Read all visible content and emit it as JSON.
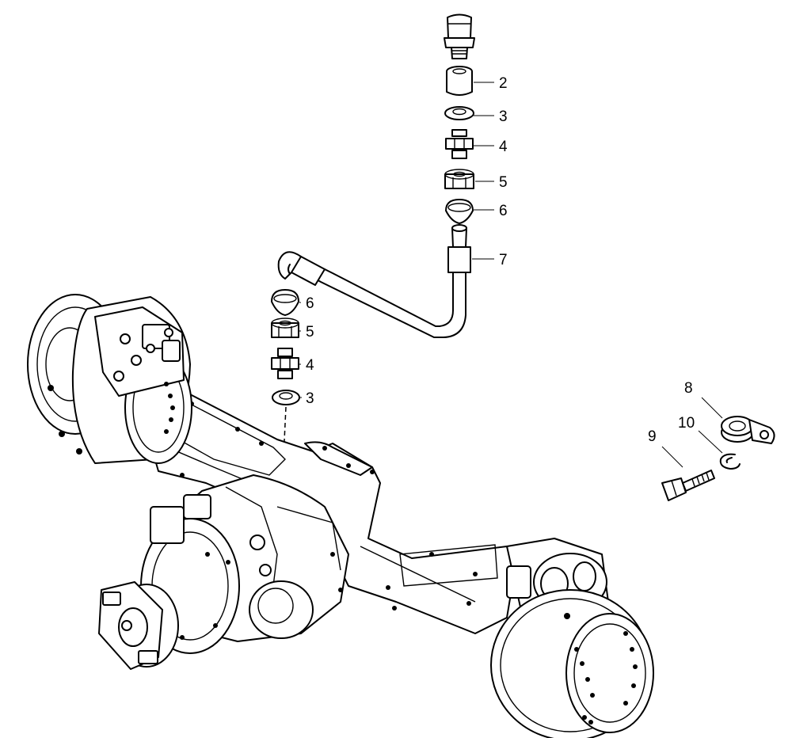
{
  "callouts": [
    {
      "id": "c2",
      "text": "2"
    },
    {
      "id": "c3a",
      "text": "3"
    },
    {
      "id": "c4a",
      "text": "4"
    },
    {
      "id": "c5a",
      "text": "5"
    },
    {
      "id": "c6a",
      "text": "6"
    },
    {
      "id": "c7",
      "text": "7"
    },
    {
      "id": "c6b",
      "text": "6"
    },
    {
      "id": "c5b",
      "text": "5"
    },
    {
      "id": "c4b",
      "text": "4"
    },
    {
      "id": "c3b",
      "text": "3"
    },
    {
      "id": "c8",
      "text": "8"
    },
    {
      "id": "c10",
      "text": "10"
    },
    {
      "id": "c9",
      "text": "9"
    }
  ]
}
